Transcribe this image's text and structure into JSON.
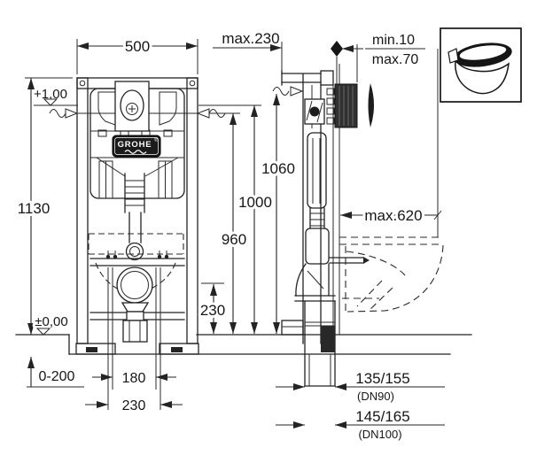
{
  "brand": {
    "name": "GROHE",
    "registered": "®"
  },
  "front_view": {
    "width": "500",
    "height": "1130",
    "level_upper": "+1,00",
    "level_zero": "±0,00",
    "foot_adjustment": "0-200",
    "stud_spacing": "180",
    "outlet_spacing": "230"
  },
  "side_view": {
    "bracket_depth": "max.230",
    "finish_min": "min.10",
    "finish_max": "max.70",
    "height_top": "1060",
    "height_level": "1000",
    "height_anchor": "960",
    "outlet_height": "230",
    "bowl_depth": "max.620",
    "drain_dn90_value": "135/155",
    "drain_dn90_name": "(DN90)",
    "drain_dn100_value": "145/165",
    "drain_dn100_name": "(DN100)"
  },
  "legend": {
    "icon": "wall-hung-toilet"
  },
  "colors": {
    "ink": "#232323",
    "badge": "#1b1b1b",
    "paper": "#ffffff"
  }
}
